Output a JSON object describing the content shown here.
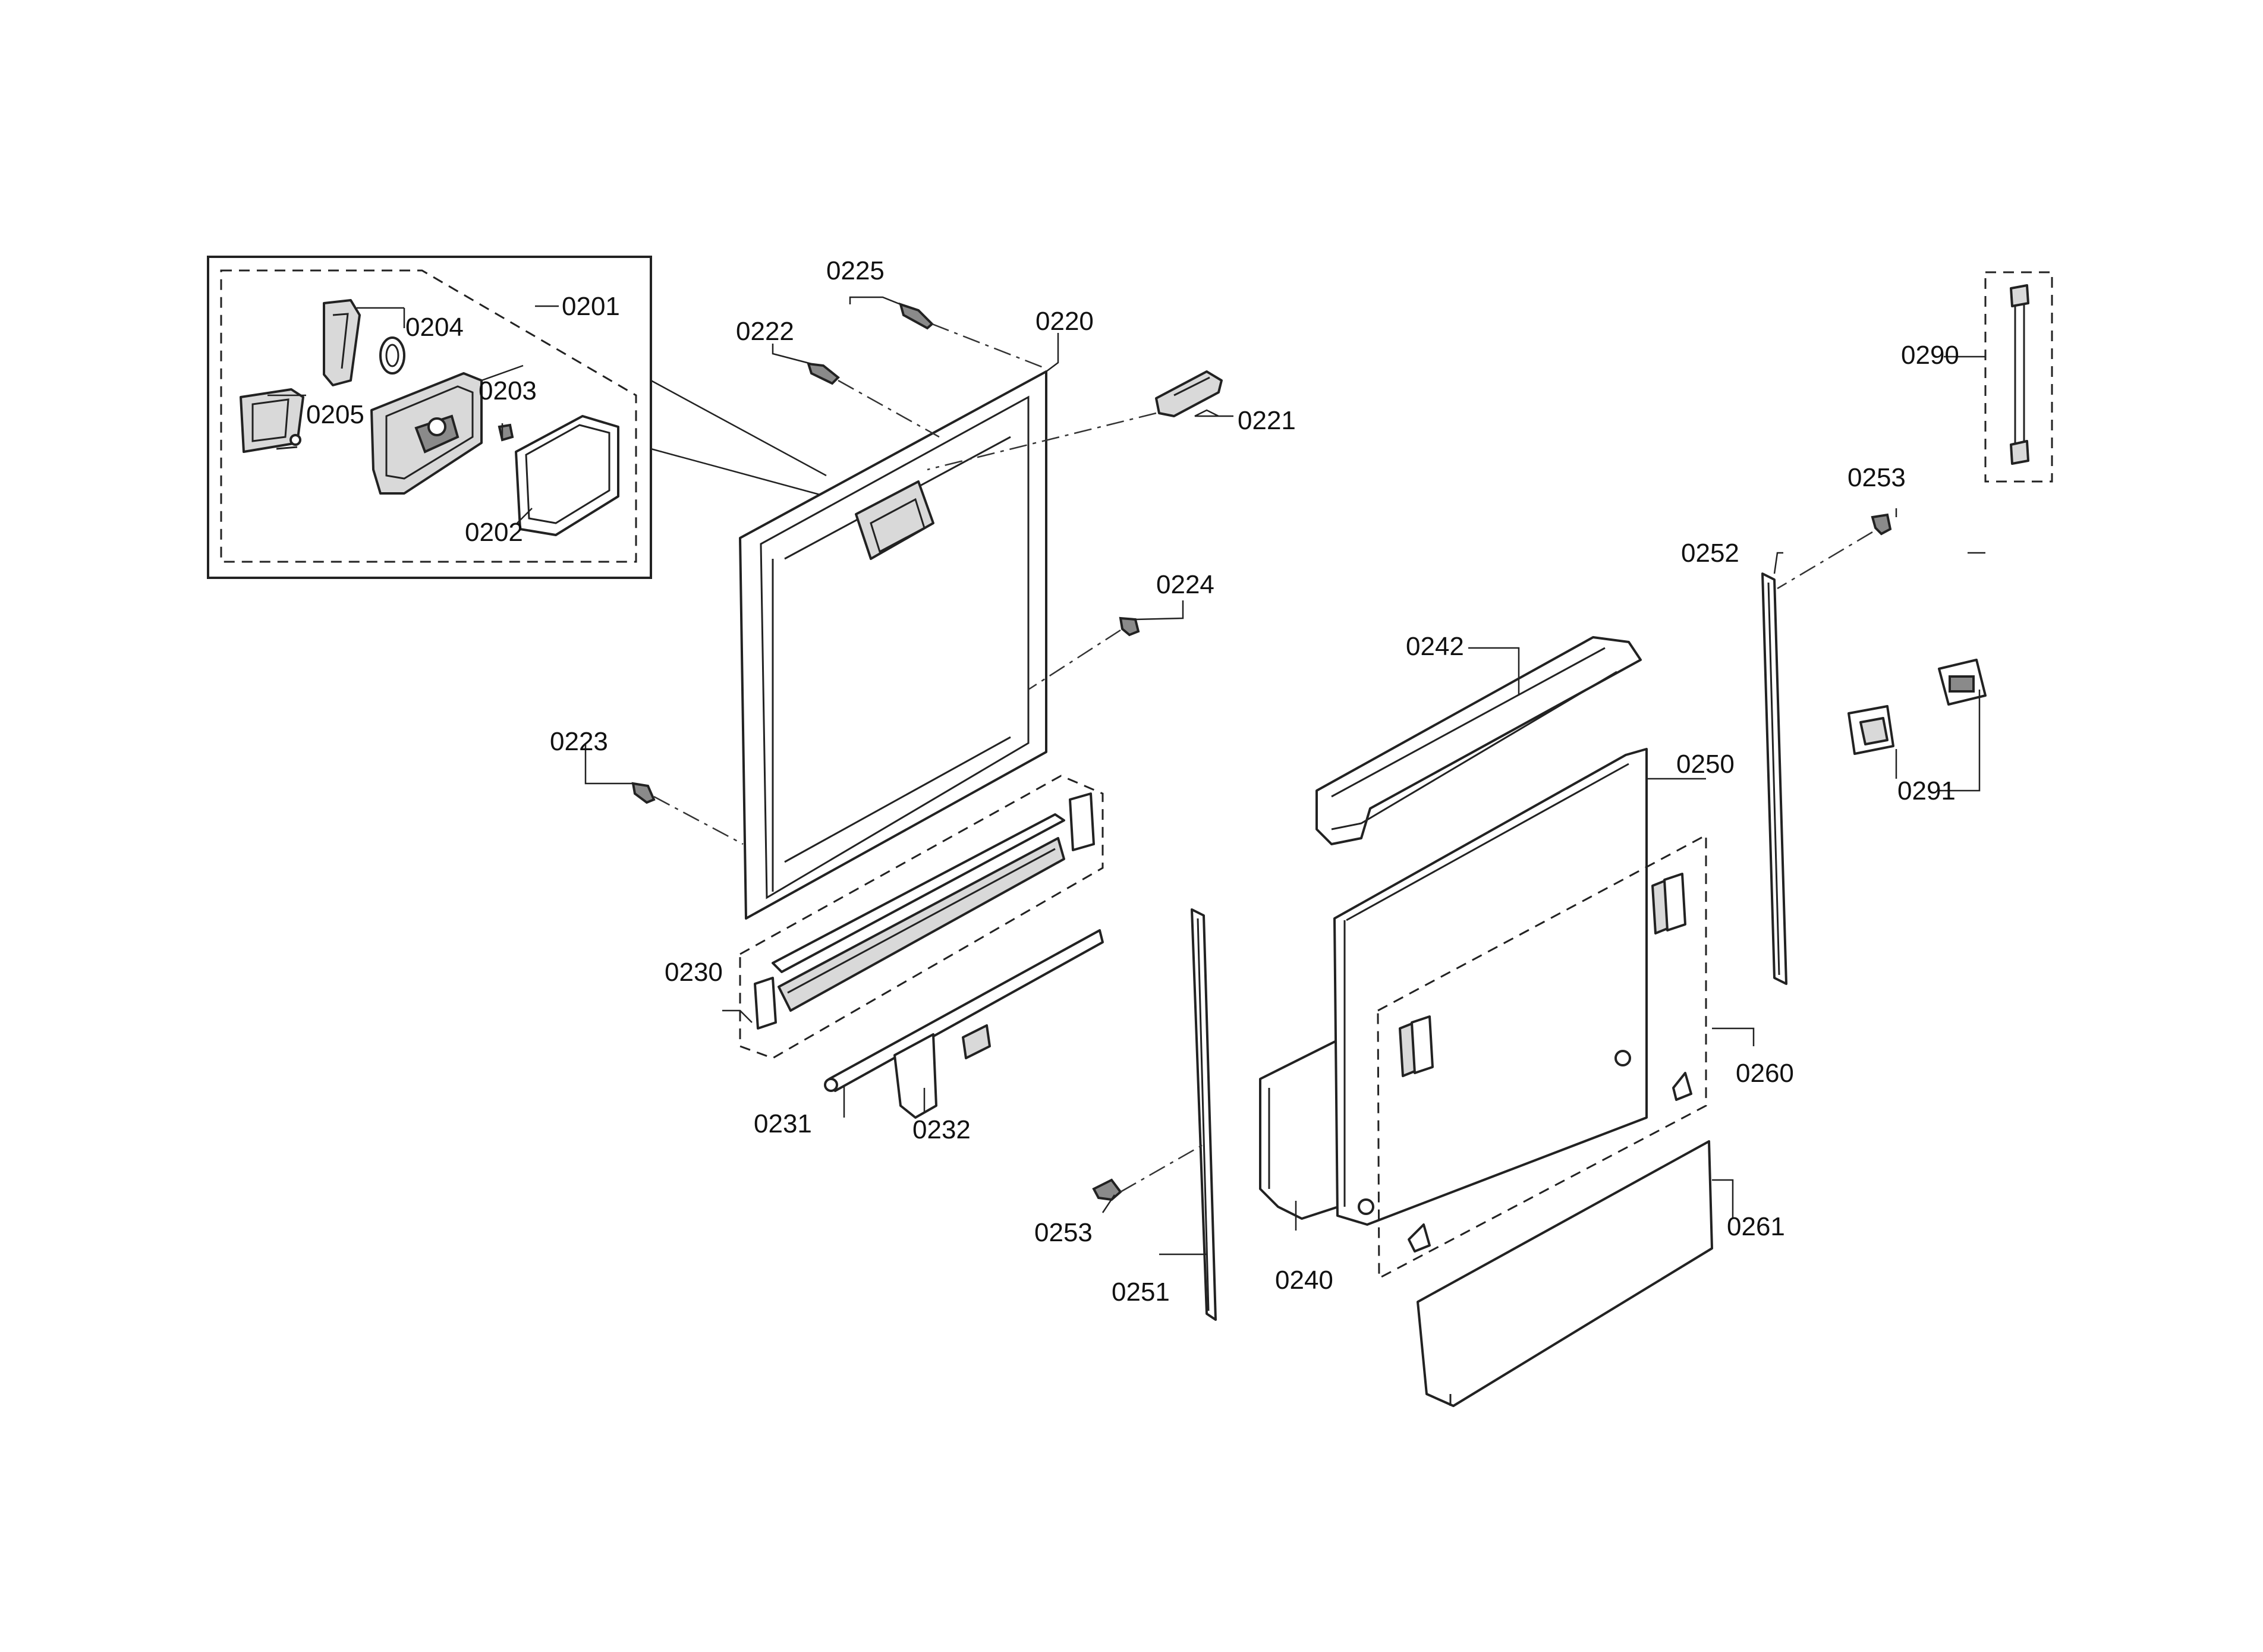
{
  "callouts": {
    "c0201": "0201",
    "c0202": "0202",
    "c0203": "0203",
    "c0204": "0204",
    "c0205": "0205",
    "c0220": "0220",
    "c0221": "0221",
    "c0222": "0222",
    "c0223": "0223",
    "c0224": "0224",
    "c0225": "0225",
    "c0230": "0230",
    "c0231": "0231",
    "c0232": "0232",
    "c0240": "0240",
    "c0242": "0242",
    "c0250": "0250",
    "c0251": "0251",
    "c0252": "0252",
    "c0253a": "0253",
    "c0253b": "0253",
    "c0260": "0260",
    "c0261": "0261",
    "c0290": "0290",
    "c0291": "0291"
  },
  "colors": {
    "line": "#222222",
    "fill": "#ffffff",
    "shade": "#d9d9d9"
  }
}
